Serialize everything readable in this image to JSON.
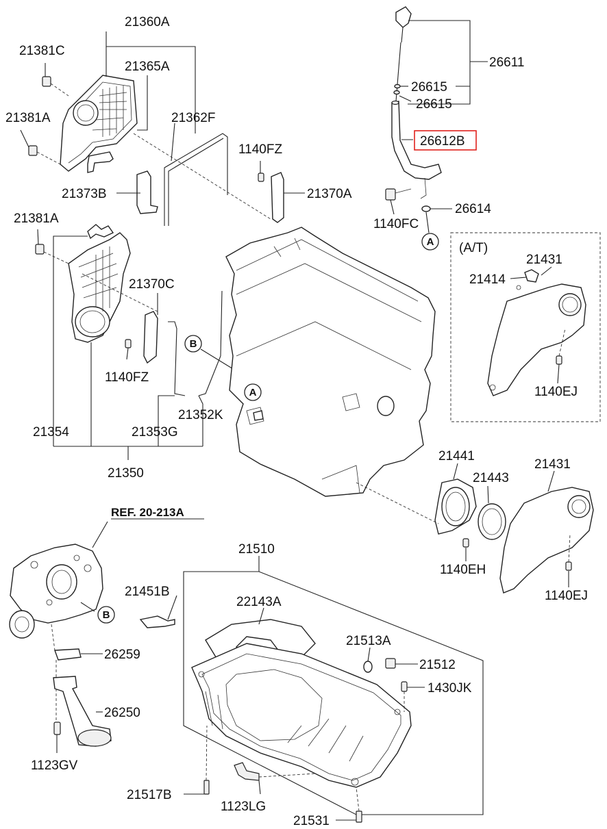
{
  "labels": {
    "p21360A": "21360A",
    "p21381C": "21381C",
    "p21365A": "21365A",
    "p21381A_top": "21381A",
    "p21362F": "21362F",
    "p1140FZ_top": "1140FZ",
    "p21373B": "21373B",
    "p21370A": "21370A",
    "p21381A_mid": "21381A",
    "p21370C": "21370C",
    "p1140FZ_mid": "1140FZ",
    "p21354": "21354",
    "p21353G": "21353G",
    "p21352K": "21352K",
    "p21350": "21350",
    "p26611": "26611",
    "p26615_a": "26615",
    "p26615_b": "26615",
    "p26612B": "26612B",
    "p26614": "26614",
    "p1140FC": "1140FC",
    "p_at": "(A/T)",
    "p21431_at": "21431",
    "p21414": "21414",
    "p1140EJ_at": "1140EJ",
    "p21441": "21441",
    "p21443": "21443",
    "p21431": "21431",
    "p1140EH": "1140EH",
    "p1140EJ": "1140EJ",
    "p_ref": "REF. 20-213A",
    "p21510": "21510",
    "p21451B": "21451B",
    "p22143A": "22143A",
    "p21513A": "21513A",
    "p21512": "21512",
    "p1430JK": "1430JK",
    "p26259": "26259",
    "p26250": "26250",
    "p1123GV": "1123GV",
    "p21517B": "21517B",
    "p1123LG": "1123LG",
    "p21531": "21531"
  },
  "markers": {
    "a_top": "A",
    "a_engine": "A",
    "b_timing": "B",
    "b_oilpump": "B"
  },
  "highlight": {
    "part": "26612B",
    "color": "#e0211c"
  }
}
